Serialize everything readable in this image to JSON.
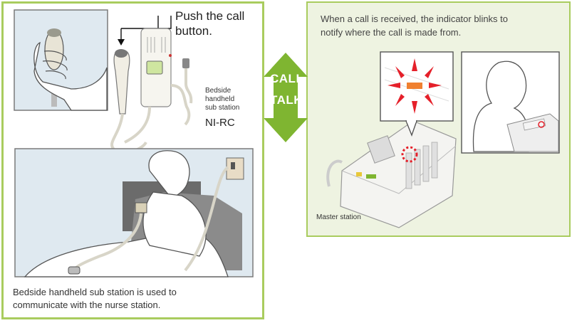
{
  "left_panel": {
    "push_text_line1": "Push the call",
    "push_text_line2": "button.",
    "device_label_line1": "Bedside",
    "device_label_line2": "handheld",
    "device_label_line3": "sub station",
    "model": "NI-RC",
    "caption_line1": "Bedside handheld sub station is used to",
    "caption_line2": "communicate with the nurse station."
  },
  "center": {
    "call": "CALL",
    "talk": "TALK"
  },
  "right_panel": {
    "caption_line1": "When a call is received, the indicator blinks to",
    "caption_line2": "notify where the call is made from.",
    "master_label": "Master station"
  },
  "colors": {
    "accent_green": "#a9cc5e",
    "arrow_green": "#7fb531",
    "blink_red": "#e5202a",
    "scene_bg": "#dfe9f0",
    "right_bg": "#eef3e1"
  }
}
